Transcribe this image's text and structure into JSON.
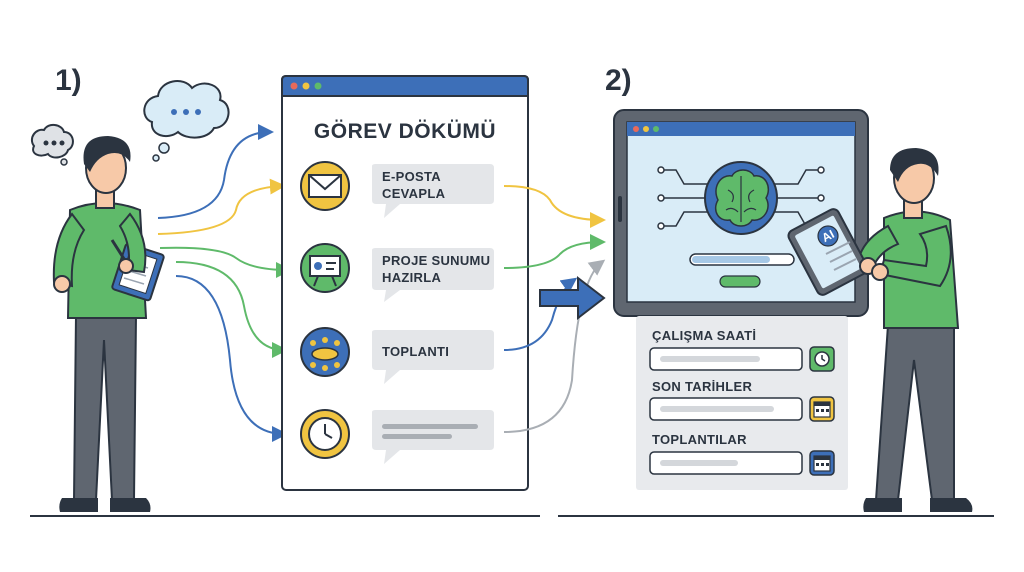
{
  "steps": {
    "step1": "1)",
    "step2": "2)"
  },
  "document": {
    "title": "GÖREV DÖKÜMÜ",
    "tasks": [
      {
        "label": "E-POSTA\nCEVAPLA",
        "icon": "envelope-icon"
      },
      {
        "label": "PROJE SUNUMU\nHAZIRLA",
        "icon": "presentation-board-icon"
      },
      {
        "label": "TOPLANTI",
        "icon": "meeting-table-icon"
      },
      {
        "label": "",
        "icon": "clock-icon"
      }
    ]
  },
  "tablet": {
    "badge": "AI",
    "icon": "brain-chip-icon"
  },
  "fields": [
    {
      "label": "ÇALIŞMA SAATİ",
      "icon": "clock-icon"
    },
    {
      "label": "SON TARİHLER",
      "icon": "calendar-icon"
    },
    {
      "label": "TOPLANTILAR",
      "icon": "calendar-icon"
    }
  ],
  "colors": {
    "blue": "#3d6fb8",
    "green": "#5fba6a",
    "yellow": "#f0c441",
    "gray": "#a9aeb4",
    "dark": "#2b3440"
  }
}
